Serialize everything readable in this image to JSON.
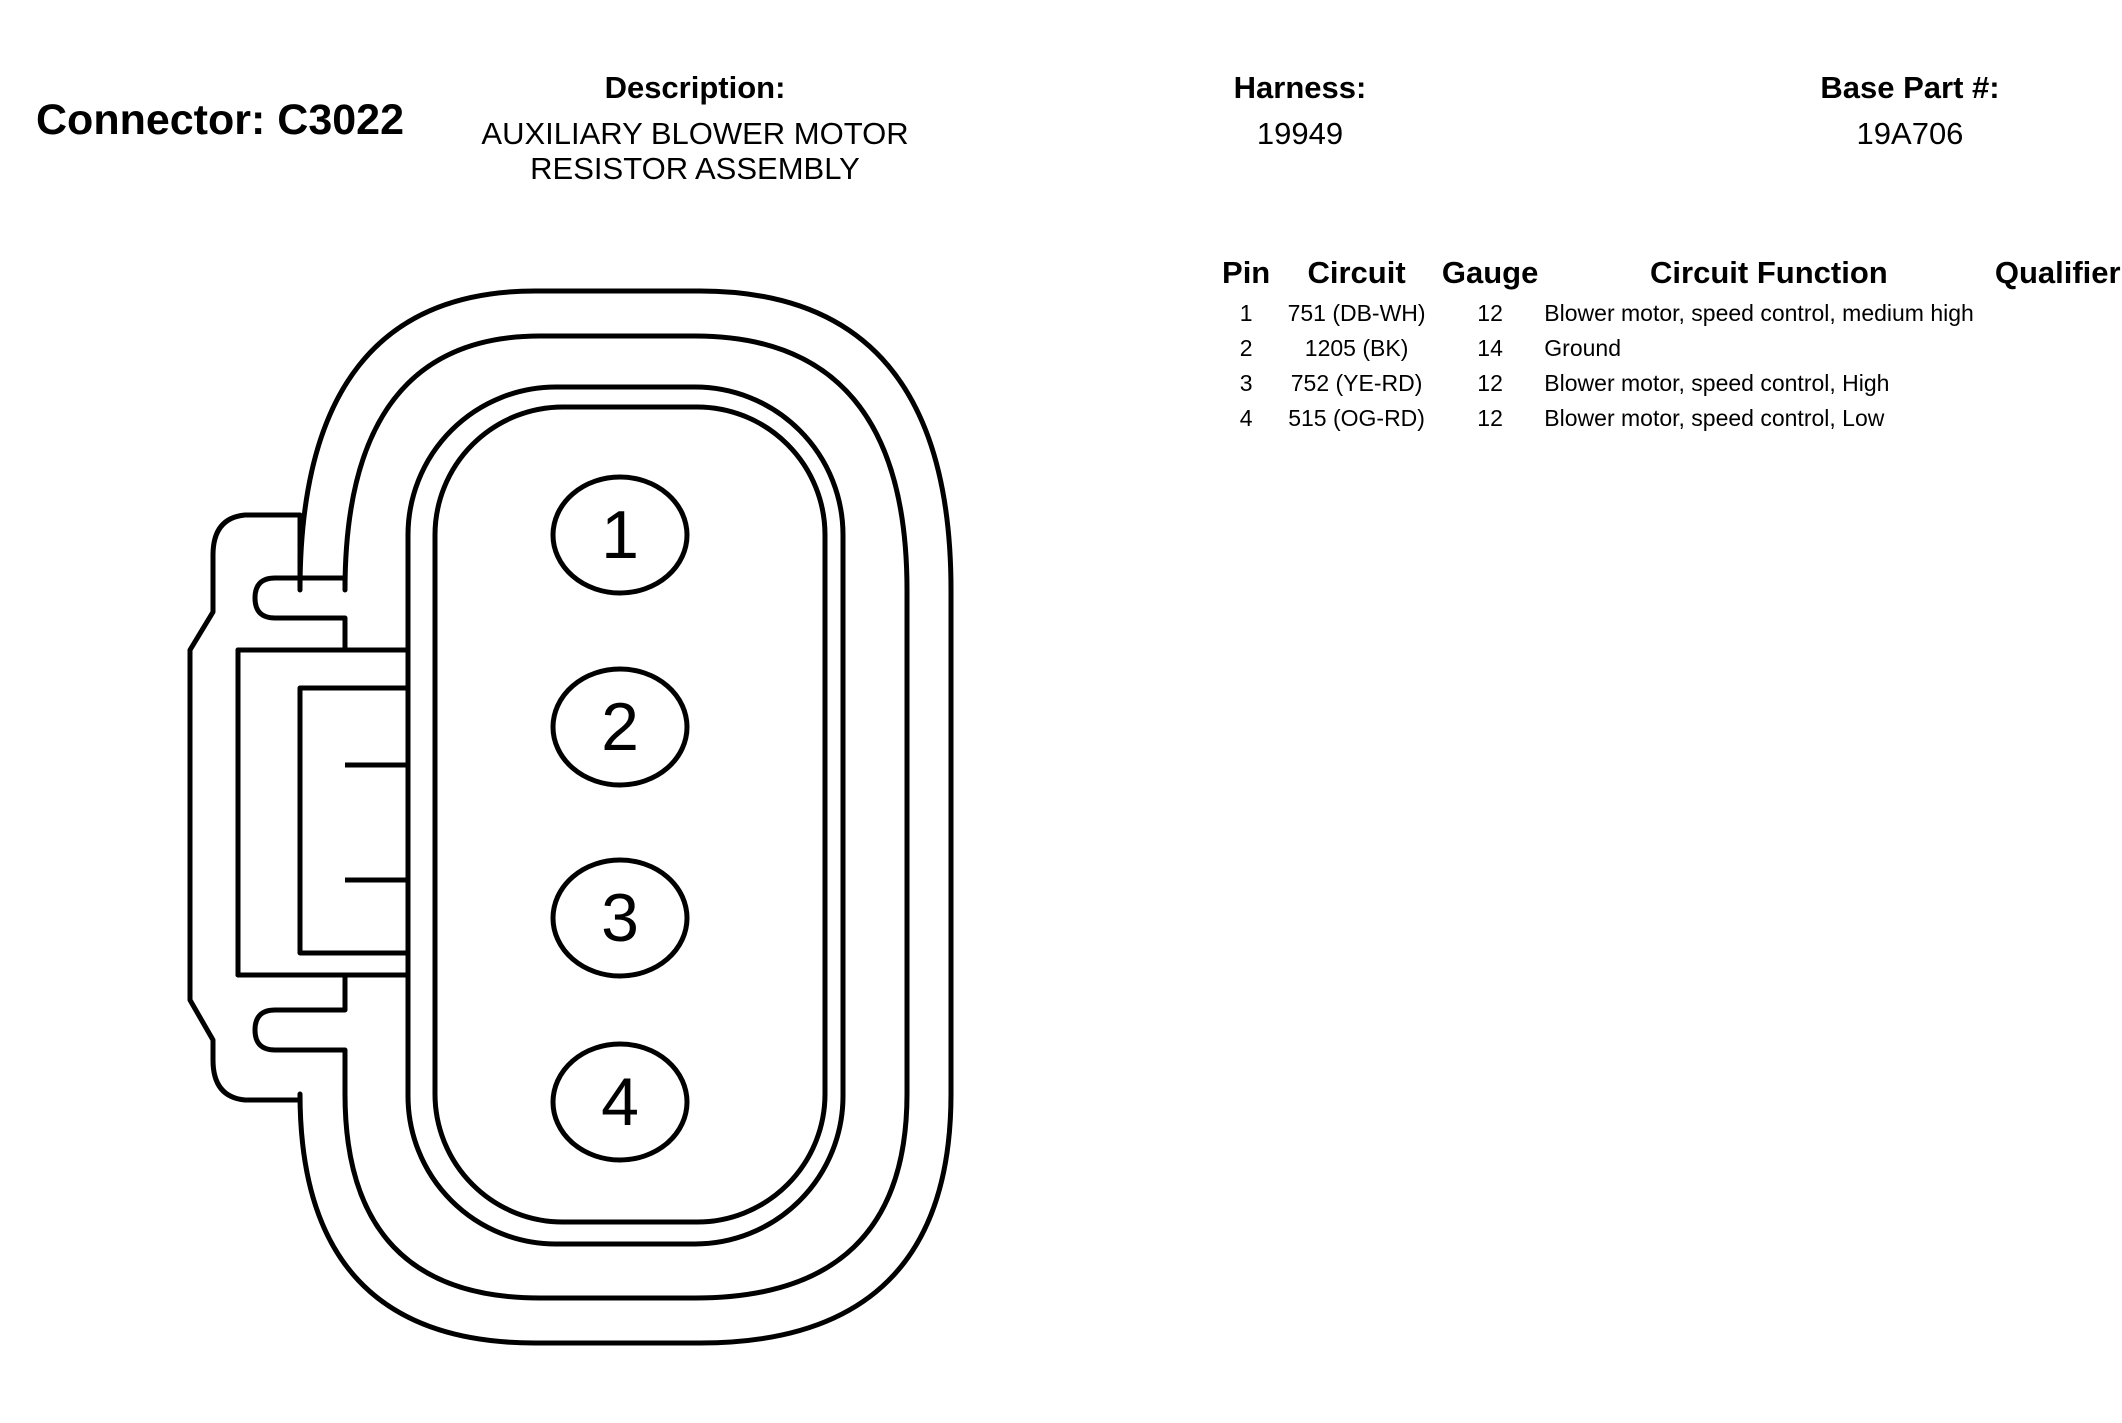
{
  "connector": {
    "label": "Connector: C3022"
  },
  "description": {
    "label": "Description:",
    "line1": "AUXILIARY BLOWER MOTOR",
    "line2": "RESISTOR ASSEMBLY"
  },
  "harness": {
    "label": "Harness:",
    "value": "19949"
  },
  "base_part": {
    "label": "Base Part #:",
    "value": "19A706"
  },
  "table": {
    "headers": [
      "Pin",
      "Circuit",
      "Gauge",
      "Circuit Function",
      "Qualifier"
    ],
    "rows": [
      {
        "pin": "1",
        "circuit": "751 (DB-WH)",
        "gauge": "12",
        "function": "Blower motor, speed control, medium high",
        "qualifier": ""
      },
      {
        "pin": "2",
        "circuit": "1205 (BK)",
        "gauge": "14",
        "function": "Ground",
        "qualifier": ""
      },
      {
        "pin": "3",
        "circuit": "752 (YE-RD)",
        "gauge": "12",
        "function": "Blower motor, speed control, High",
        "qualifier": ""
      },
      {
        "pin": "4",
        "circuit": "515 (OG-RD)",
        "gauge": "12",
        "function": "Blower motor, speed control, Low",
        "qualifier": ""
      }
    ]
  },
  "diagram": {
    "pins": [
      "1",
      "2",
      "3",
      "4"
    ]
  }
}
